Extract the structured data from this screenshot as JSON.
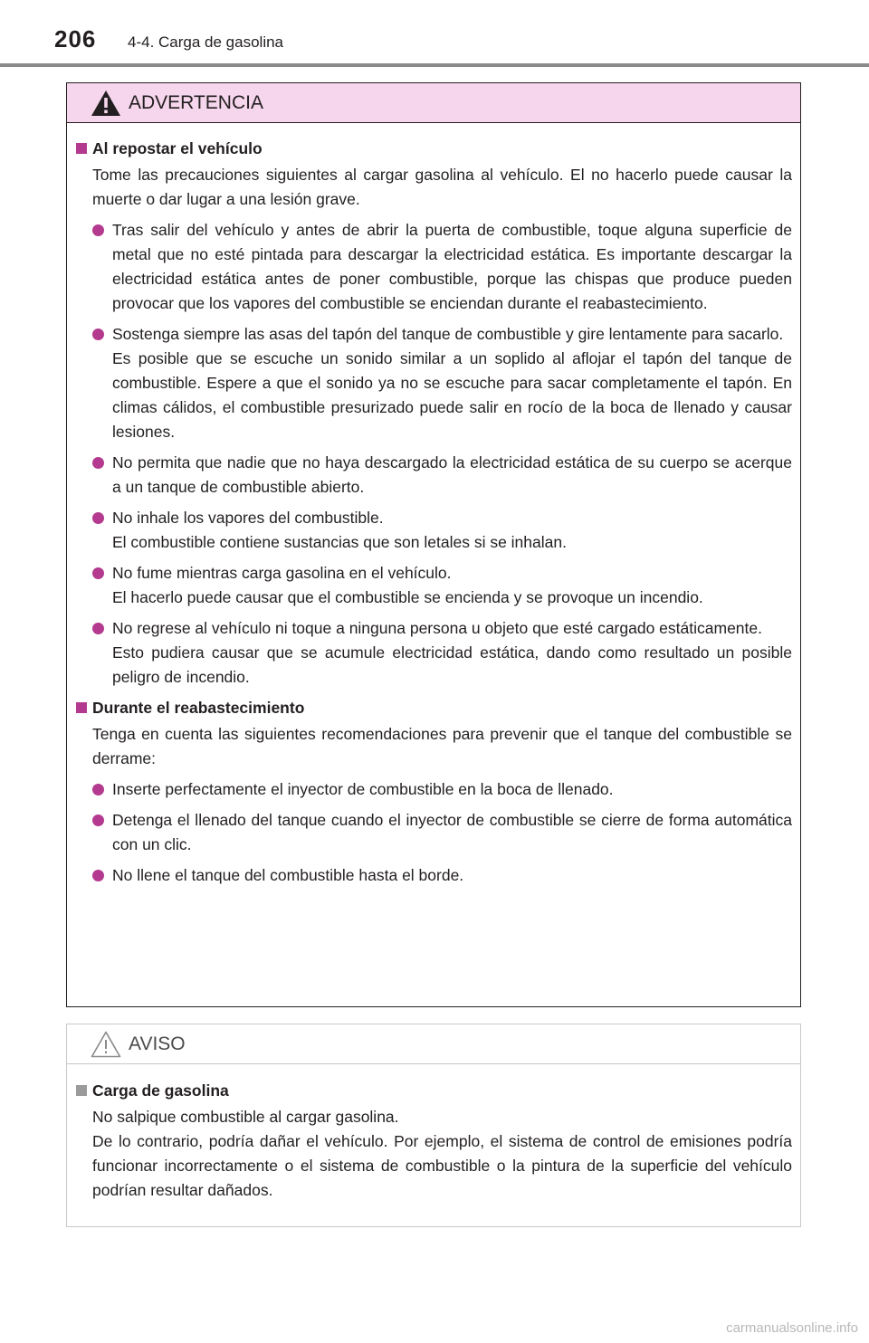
{
  "header": {
    "page_number": "206",
    "section_title": "4-4. Carga de gasolina"
  },
  "warning": {
    "title": "ADVERTENCIA",
    "sections": [
      {
        "heading": "Al repostar el vehículo",
        "intro": "Tome las precauciones siguientes al cargar gasolina al vehículo. El no hacerlo puede causar la muerte o dar lugar a una lesión grave.",
        "bullets": [
          "Tras salir del vehículo y antes de abrir la puerta de combustible, toque alguna superficie de metal que no esté pintada para descargar la electricidad estática. Es importante descargar la electricidad estática antes de poner combustible, porque las chispas que produce pueden provocar que los vapores del combustible se enciendan durante el reabastecimiento.",
          "Sostenga siempre las asas del tapón del tanque de combustible y gire lentamente para sacarlo.",
          "No permita que nadie que no haya descargado la electricidad estática de su cuerpo se acerque a un tanque de combustible abierto.",
          "No inhale los vapores del combustible.",
          "No fume mientras carga gasolina en el vehículo.",
          "No regrese al vehículo ni toque a ninguna persona u objeto que esté cargado estáticamente."
        ],
        "bullet_notes": [
          "",
          "Es posible que se escuche un sonido similar a un soplido al aflojar el tapón del tanque de combustible. Espere a que el sonido ya no se escuche para sacar completamente el tapón. En climas cálidos, el combustible presurizado puede salir en rocío de la boca de llenado y causar lesiones.",
          "",
          "El combustible contiene sustancias que son letales si se inhalan.",
          "El hacerlo puede causar que el combustible se encienda y se provoque un incendio.",
          "Esto pudiera causar que se acumule electricidad estática, dando como resultado un posible peligro de incendio."
        ]
      },
      {
        "heading": "Durante el reabastecimiento",
        "intro": "Tenga en cuenta las siguientes recomendaciones para prevenir que el tanque del combustible se derrame:",
        "bullets": [
          "Inserte perfectamente el inyector de combustible en la boca de llenado.",
          "Detenga el llenado del tanque cuando el inyector de combustible se cierre de forma automática con un clic.",
          "No llene el tanque del combustible hasta el borde."
        ]
      }
    ]
  },
  "notice": {
    "title": "AVISO",
    "section": {
      "heading": "Carga de gasolina",
      "line1": "No salpique combustible al cargar gasolina.",
      "line2": "De lo contrario, podría dañar el vehículo. Por ejemplo, el sistema de control de emisiones podría funcionar incorrectamente o el sistema de combustible o la pintura de la superficie del vehículo podrían resultar dañados."
    }
  },
  "watermark": "carmanualsonline.info",
  "colors": {
    "warning_header_bg": "#f6d6ec",
    "accent": "#b33a8e",
    "notice_square": "#9a9a9a",
    "rule": "#8a8a8a"
  }
}
